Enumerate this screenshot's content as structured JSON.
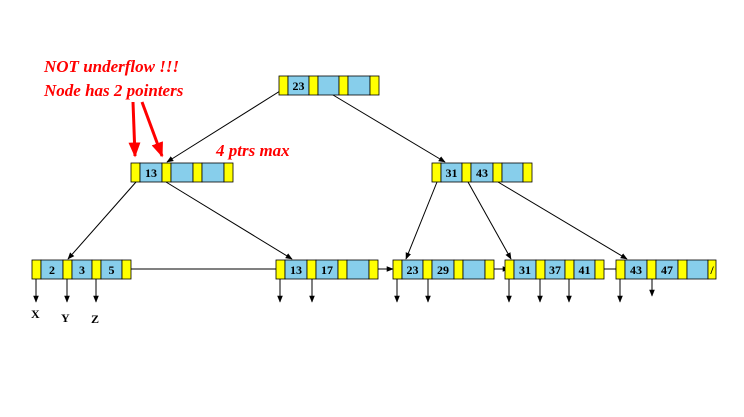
{
  "colors": {
    "pointer": "#ffff00",
    "key": "#87ceeb",
    "annotation": "#ff0000",
    "line": "#000000"
  },
  "annotations": {
    "line1": "NOT underflow !!!",
    "line2": "Node has 2 pointers",
    "max": "4 ptrs max"
  },
  "tree": {
    "root": {
      "keys": [
        "23",
        "",
        ""
      ]
    },
    "internal_left": {
      "keys": [
        "13",
        "",
        ""
      ]
    },
    "internal_right": {
      "keys": [
        "31",
        "43",
        ""
      ]
    },
    "leaf_1": {
      "keys": [
        "2",
        "3",
        "5"
      ]
    },
    "leaf_2": {
      "keys": [
        "13",
        "17",
        ""
      ]
    },
    "leaf_3": {
      "keys": [
        "23",
        "29",
        ""
      ]
    },
    "leaf_4": {
      "keys": [
        "31",
        "37",
        "41"
      ]
    },
    "leaf_5": {
      "keys": [
        "43",
        "47",
        ""
      ],
      "end_marker": "/"
    }
  },
  "records": {
    "x": "X",
    "y": "Y",
    "z": "Z"
  }
}
